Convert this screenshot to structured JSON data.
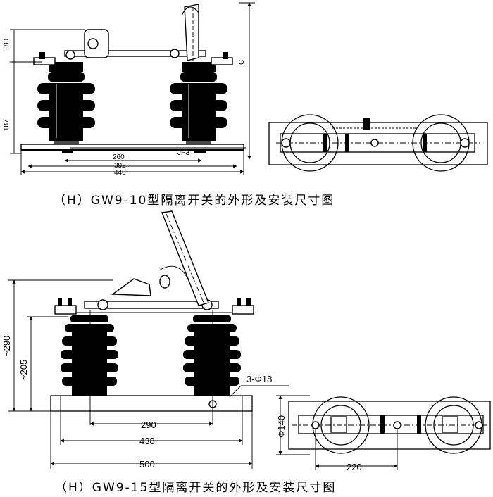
{
  "top_diagram": {
    "dim_80": "~80",
    "dim_187": "~187",
    "dim_c": "C",
    "dim_260": "260",
    "dim_392": "392",
    "dim_440": "440",
    "label_jp3": "JP3",
    "caption": "（H）GW9-10型隔离开关的外形及安装尺寸图"
  },
  "bottom_diagram": {
    "dim_290_h": "~290",
    "dim_205_h": "~205",
    "hole_label": "3-Φ18",
    "dim_290": "290",
    "dim_438": "438",
    "dim_500": "500",
    "dim_140": "Φ140",
    "dim_220": "220",
    "caption": "（H）GW9-15型隔离开关的外形及安装尺寸图"
  }
}
